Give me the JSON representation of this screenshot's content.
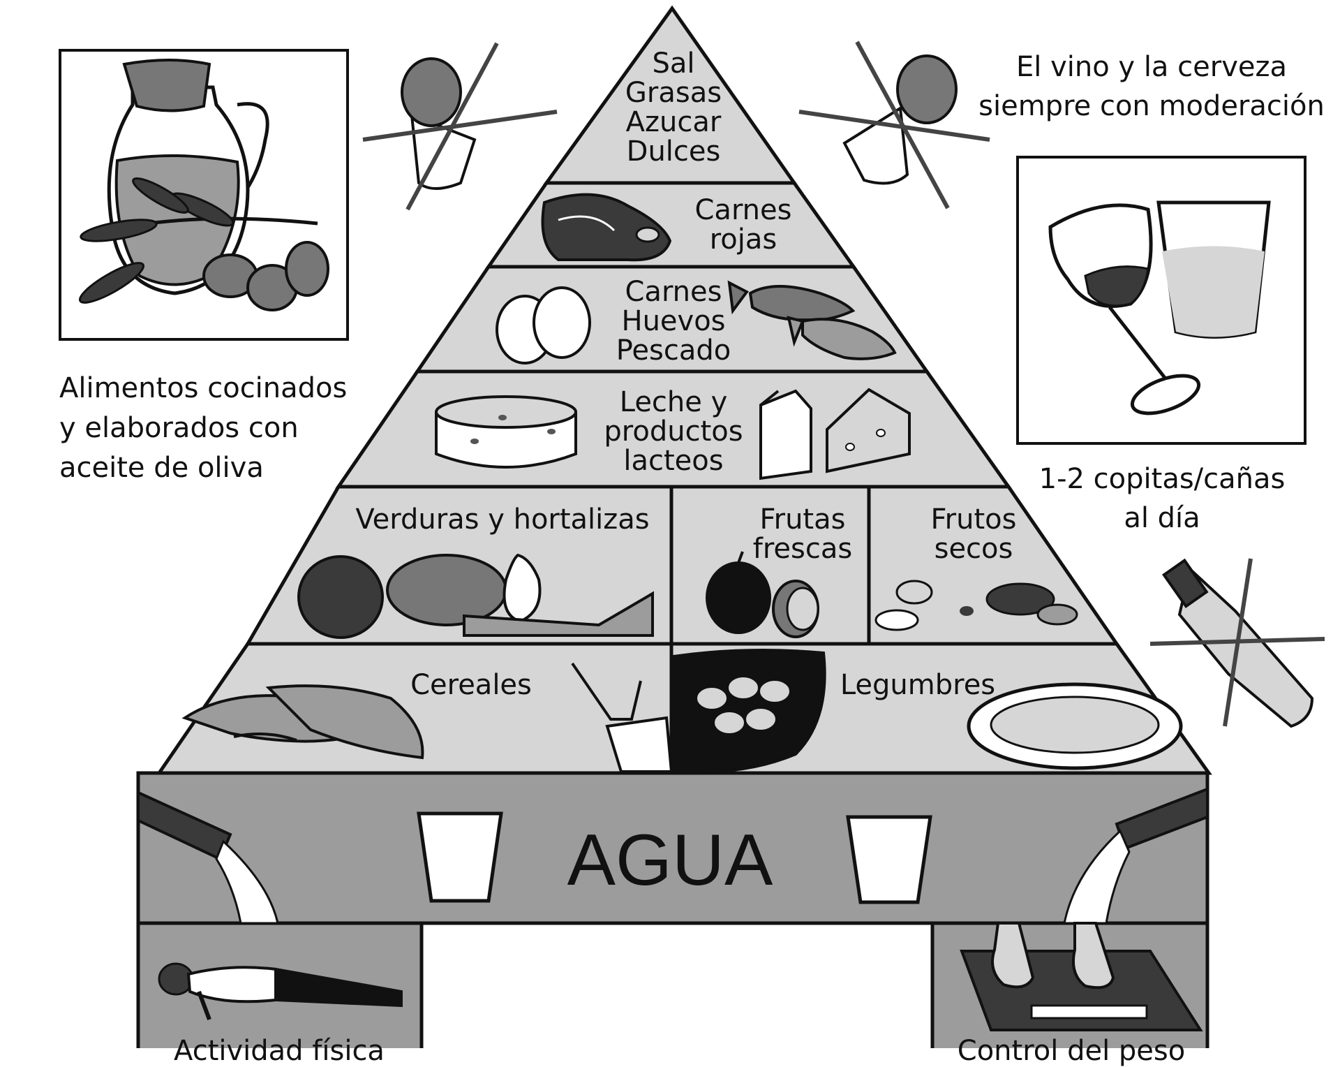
{
  "pyramid": {
    "top": "Sal\nGrasas\nAzucar\nDulces",
    "red_meat": "Carnes\nrojas",
    "meat_eggs_fish": "Carnes\nHuevos\nPescado",
    "dairy": "Leche y\nproductos\nlacteos",
    "vegetables": "Verduras y hortalizas",
    "fresh_fruit": "Frutas\nfrescas",
    "nuts": "Frutos\nsecos",
    "cereals": "Cereales",
    "legumes": "Legumbres",
    "water": "AGUA"
  },
  "side": {
    "olive_oil_note": "Alimentos cocinados\ny elaborados con\naceite de oliva",
    "wine_beer_note": "El vino y la cerveza\nsiempre con moderación",
    "portion_note": "1-2 copitas/cañas\nal día"
  },
  "bottom": {
    "activity_label": "Actividad física",
    "weight_label": "Control del peso"
  },
  "colors": {
    "outline": "#111111",
    "tier_fill": "#d6d6d6",
    "base_fill": "#9c9c9c",
    "dark_fill": "#3a3a3a",
    "mid_fill": "#777777"
  }
}
